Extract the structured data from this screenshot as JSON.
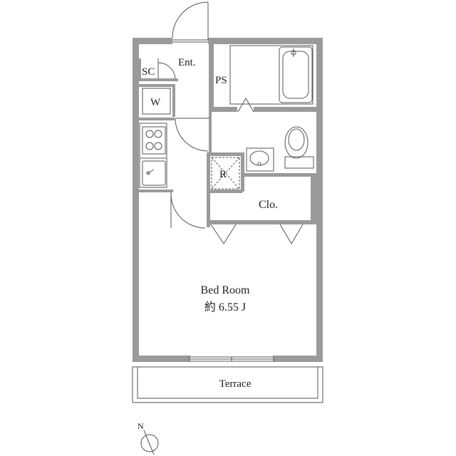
{
  "rooms": {
    "entrance": "Ent.",
    "shoe_closet": "SC",
    "pipe_space": "PS",
    "washer": "W",
    "refrigerator": "R",
    "closet": "Clo.",
    "bedroom_name": "Bed Room",
    "bedroom_size": "約 6.55 J",
    "terrace": "Terrace"
  },
  "compass": {
    "label": "N"
  },
  "colors": {
    "wall": "#9a9a9a",
    "line": "#555555",
    "background": "#ffffff"
  }
}
